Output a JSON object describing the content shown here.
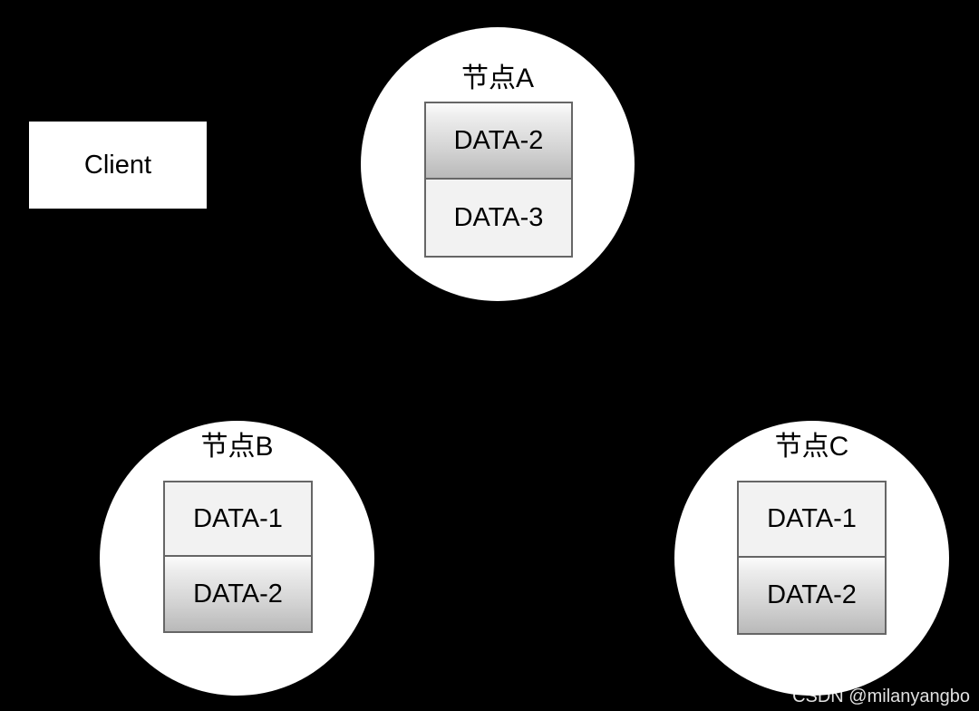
{
  "diagram": {
    "background_color": "#000000",
    "client": {
      "label": "Client",
      "fill_color": "#ffffff"
    },
    "nodes": [
      {
        "id": "node-a",
        "title": "节点A",
        "fill_color": "#ffffff",
        "cells": [
          {
            "label": "DATA-2",
            "style": "shaded"
          },
          {
            "label": "DATA-3",
            "style": "light"
          }
        ]
      },
      {
        "id": "node-b",
        "title": "节点B",
        "fill_color": "#ffffff",
        "cells": [
          {
            "label": "DATA-1",
            "style": "light"
          },
          {
            "label": "DATA-2",
            "style": "shaded"
          }
        ]
      },
      {
        "id": "node-c",
        "title": "节点C",
        "fill_color": "#ffffff",
        "cells": [
          {
            "label": "DATA-1",
            "style": "light"
          },
          {
            "label": "DATA-2",
            "style": "shaded"
          }
        ]
      }
    ],
    "watermark": "CSDN @milanyangbo"
  }
}
